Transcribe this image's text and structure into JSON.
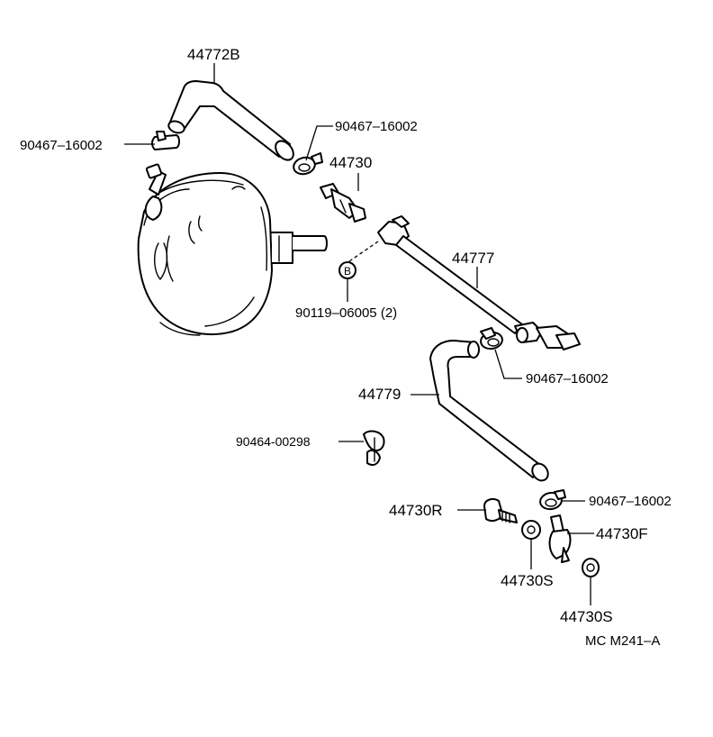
{
  "labels": {
    "hose_upper": "44772B",
    "clamp_upper_left": "90467–16002",
    "clamp_upper_right": "90467–16002",
    "check_valve": "44730",
    "pipe": "44777",
    "bolt": "90119–06005 (2)",
    "bolt_marker": "B",
    "clamp_mid": "90467–16002",
    "hose_lower": "44779",
    "clip": "90464-00298",
    "clamp_lower": "90467–16002",
    "union_rear": "44730R",
    "union_front": "44730F",
    "gasket_rear": "44730S",
    "gasket_front": "44730S",
    "diagram_code": "MC M241–A"
  }
}
